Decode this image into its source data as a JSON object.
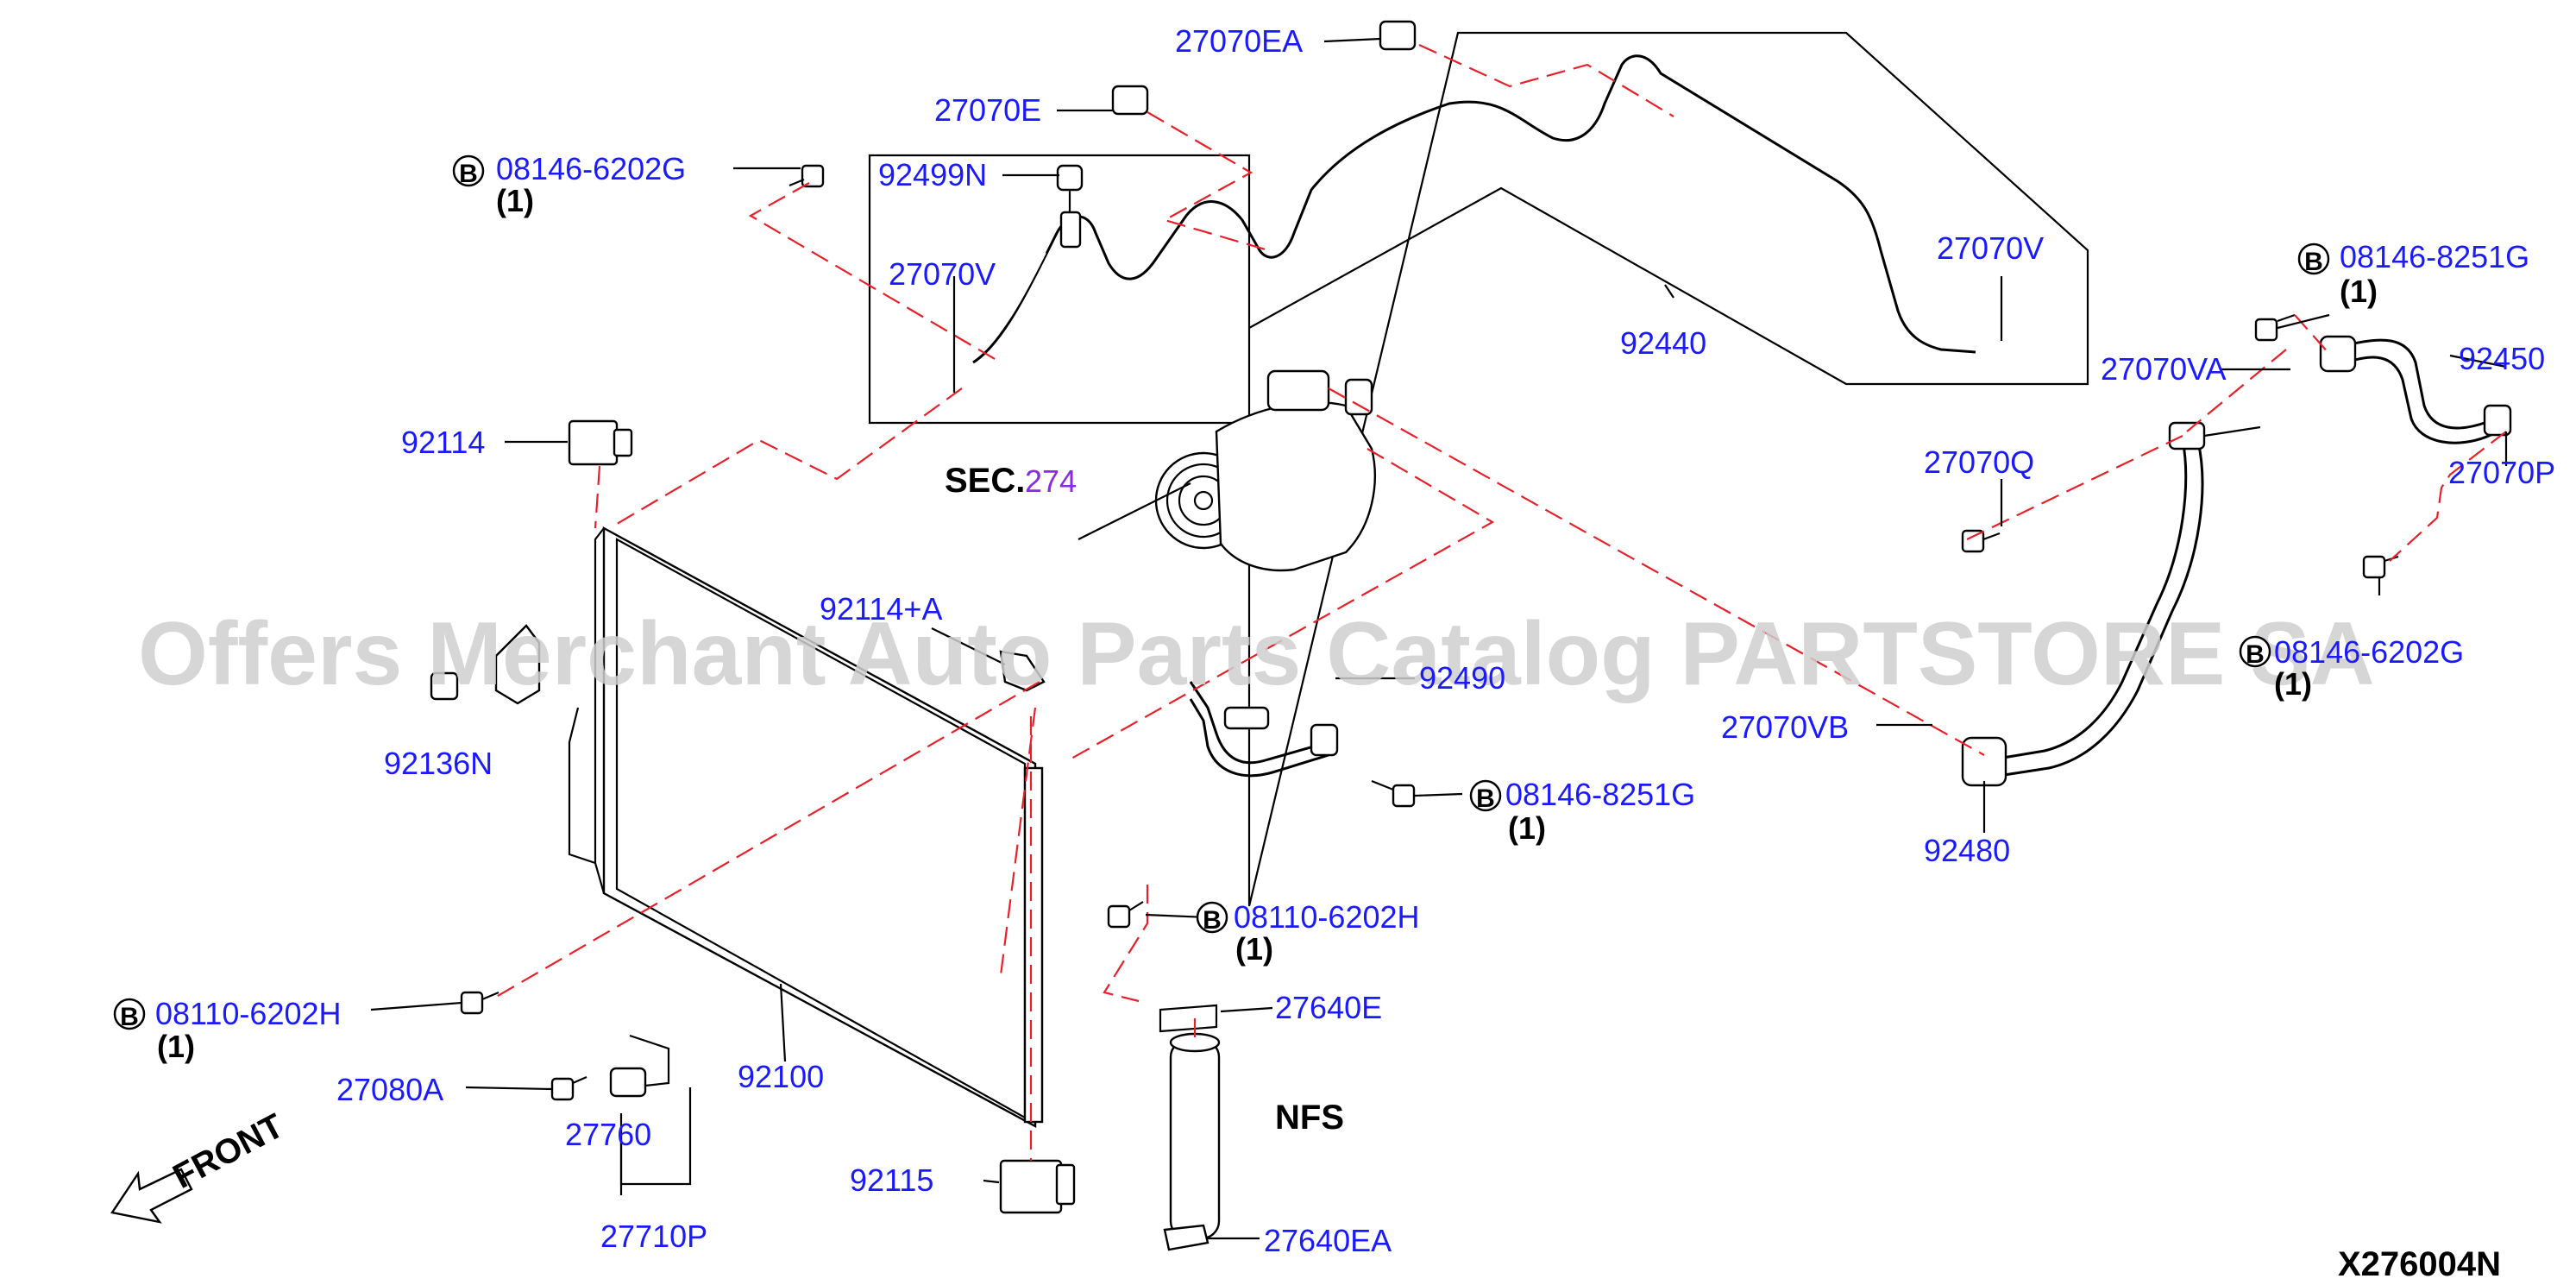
{
  "diagram": {
    "watermark": "Offers Merchant Auto Parts Catalog PARTSTORE SA",
    "diagram_code": "X276004N",
    "front_label": "FRONT",
    "sec_label": "SEC.",
    "sec_number": "274",
    "nfs_label": "NFS",
    "bolt_badge": "B",
    "labels": {
      "p27070EA": "27070EA",
      "p27070E": "27070E",
      "b08146_6202G_a": "08146-6202G",
      "q1": "(1)",
      "p92499N": "92499N",
      "p27070V_left": "27070V",
      "p27070V_right": "27070V",
      "p92440": "92440",
      "b08146_8251G_a": "08146-8251G",
      "p92450": "92450",
      "p27070VA": "27070VA",
      "p27070P": "27070P",
      "p27070Q": "27070Q",
      "p92114": "92114",
      "p92114A": "92114+A",
      "p92490": "92490",
      "b08146_6202G_b": "08146-6202G",
      "p27070VB": "27070VB",
      "p92136N": "92136N",
      "b08146_8251G_b": "08146-8251G",
      "p92480": "92480",
      "b08110_6202H_a": "08110-6202H",
      "b08110_6202H_b": "08110-6202H",
      "p27640E": "27640E",
      "p27080A": "27080A",
      "p92100": "92100",
      "p27760": "27760",
      "p92115": "92115",
      "p27710P": "27710P",
      "p27640EA": "27640EA"
    }
  }
}
